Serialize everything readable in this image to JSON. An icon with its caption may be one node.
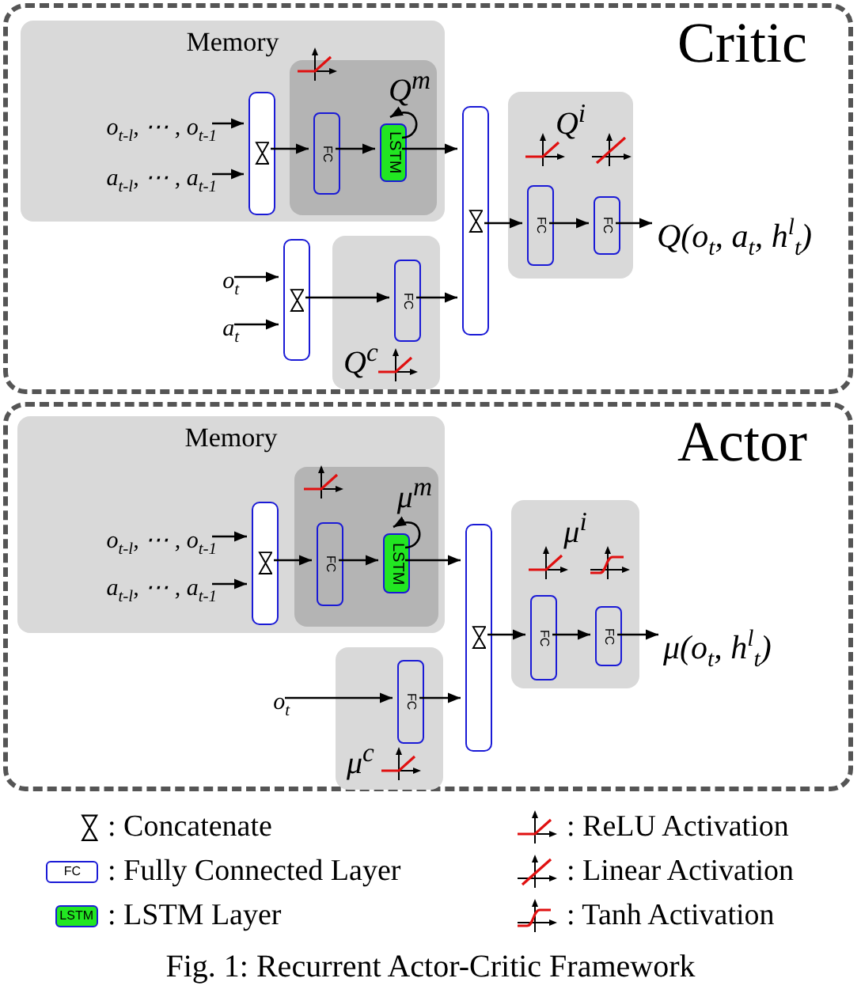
{
  "diagram": {
    "caption": "Fig. 1: Recurrent Actor-Critic Framework",
    "nodes": [
      {
        "text": [
          "Critic"
        ]
      },
      {
        "text": [
          "Memory"
        ],
        "in": 0
      },
      {
        "text": [
          "o$_{t-l}$, ⋯ , o$_{t-1}$"
        ],
        "in": 1
      },
      {
        "text": [
          "a$_{t-l}$, ⋯ , a$_{t-1}$"
        ],
        "in": 1
      },
      {
        "text": [],
        "shape": "box",
        "in": 1
      },
      {
        "text": [
          "Q$^{m}$"
        ],
        "in": 1
      },
      {
        "text": [
          "FC"
        ],
        "in": 5
      },
      {
        "text": [
          "LSTM"
        ],
        "in": 5
      },
      {
        "text": [],
        "shape": "box",
        "in": 0
      },
      {
        "text": [
          "Q$^{i}$"
        ],
        "in": 0
      },
      {
        "text": [
          "FC"
        ],
        "in": 9
      },
      {
        "text": [
          "FC"
        ],
        "in": 9
      },
      {
        "text": [
          "Q(o$_{t}$, a$_{t}$, h$^{l}$$_{t}$)"
        ],
        "in": 0
      },
      {
        "text": [
          "o$_{t}$"
        ],
        "in": 0
      },
      {
        "text": [
          "a$_{t}$"
        ],
        "in": 0
      },
      {
        "text": [],
        "shape": "box",
        "in": 0
      },
      {
        "text": [
          "Q$^{c}$"
        ],
        "in": 0
      },
      {
        "text": [
          "FC"
        ],
        "in": 16
      },
      {
        "text": [
          "Actor"
        ]
      },
      {
        "text": [
          "Memory"
        ],
        "in": 18
      },
      {
        "text": [
          "o$_{t-l}$, ⋯ , o$_{t-1}$"
        ],
        "in": 19
      },
      {
        "text": [
          "a$_{t-l}$, ⋯ , a$_{t-1}$"
        ],
        "in": 19
      },
      {
        "text": [],
        "shape": "box",
        "in": 19
      },
      {
        "text": [
          "μ$^{m}$"
        ],
        "in": 19
      },
      {
        "text": [
          "FC"
        ],
        "in": 23
      },
      {
        "text": [
          "LSTM"
        ],
        "in": 23
      },
      {
        "text": [],
        "shape": "box",
        "in": 18
      },
      {
        "text": [
          "μ$^{i}$"
        ],
        "in": 18
      },
      {
        "text": [
          "FC"
        ],
        "in": 27
      },
      {
        "text": [
          "FC"
        ],
        "in": 27
      },
      {
        "text": [
          "μ(o$_{t}$, h$^{l}$$_{t}$)"
        ],
        "in": 18
      },
      {
        "text": [
          "o$_{t}$"
        ],
        "in": 18
      },
      {
        "text": [
          "μ$^{c}$"
        ],
        "in": 18
      },
      {
        "text": [
          "FC"
        ],
        "in": 32
      }
    ],
    "edges": [
      {
        "from": 2,
        "to": 4,
        "arrow": "to"
      },
      {
        "from": 3,
        "to": 4,
        "arrow": "to"
      },
      {
        "from": 4,
        "to": 6,
        "arrow": "to"
      },
      {
        "from": 6,
        "to": 7,
        "arrow": "to"
      },
      {
        "from": 7,
        "to": 7,
        "arrow": "to"
      },
      {
        "from": 7,
        "to": 8,
        "arrow": "to"
      },
      {
        "from": 13,
        "to": 15,
        "arrow": "to"
      },
      {
        "from": 14,
        "to": 15,
        "arrow": "to"
      },
      {
        "from": 15,
        "to": 17,
        "arrow": "to"
      },
      {
        "from": 17,
        "to": 8,
        "arrow": "to"
      },
      {
        "from": 8,
        "to": 10,
        "arrow": "to"
      },
      {
        "from": 10,
        "to": 11,
        "arrow": "to"
      },
      {
        "from": 11,
        "to": 12,
        "arrow": "to"
      },
      {
        "from": 20,
        "to": 22,
        "arrow": "to"
      },
      {
        "from": 21,
        "to": 22,
        "arrow": "to"
      },
      {
        "from": 22,
        "to": 24,
        "arrow": "to"
      },
      {
        "from": 24,
        "to": 25,
        "arrow": "to"
      },
      {
        "from": 25,
        "to": 25,
        "arrow": "to"
      },
      {
        "from": 25,
        "to": 26,
        "arrow": "to"
      },
      {
        "from": 31,
        "to": 33,
        "arrow": "to"
      },
      {
        "from": 33,
        "to": 26,
        "arrow": "to"
      },
      {
        "from": 26,
        "to": 28,
        "arrow": "to"
      },
      {
        "from": 28,
        "to": 29,
        "arrow": "to"
      },
      {
        "from": 29,
        "to": 30,
        "arrow": "to"
      }
    ],
    "labels": [
      "FC",
      "LSTM"
    ],
    "legend": [
      {
        "text": ": Concatenate"
      },
      {
        "text": ": ReLU Activation"
      },
      {
        "text": ": Fully Connected Layer"
      },
      {
        "text": ": Linear Activation"
      },
      {
        "text": ": LSTM Layer"
      },
      {
        "text": ": Tanh Activation"
      }
    ]
  }
}
